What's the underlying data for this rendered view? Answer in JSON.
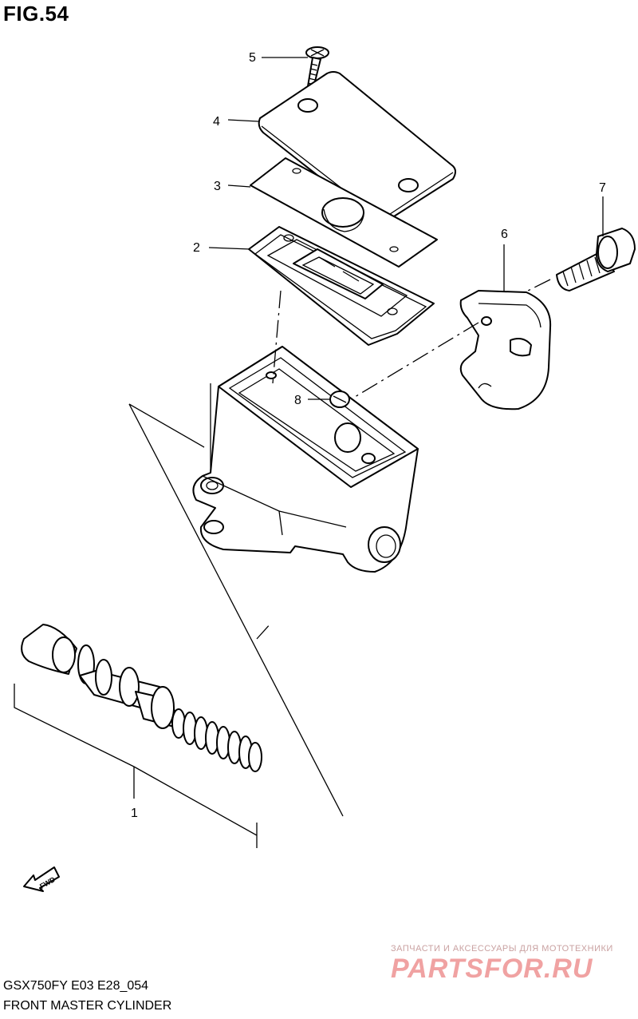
{
  "figure": {
    "title": "FIG.54"
  },
  "callouts": [
    "1",
    "2",
    "3",
    "4",
    "5",
    "6",
    "7",
    "8"
  ],
  "fwd_label": "FWD",
  "caption": {
    "model_line": "GSX750FY E03 E28_054",
    "part_name": "FRONT MASTER CYLINDER"
  },
  "watermark": {
    "tagline": "ЗАПЧАСТИ И АКСЕССУАРЫ ДЛЯ МОТОТЕХНИКИ",
    "logo_text": "PARTSFOR.RU",
    "color": "#f0a2a2"
  }
}
